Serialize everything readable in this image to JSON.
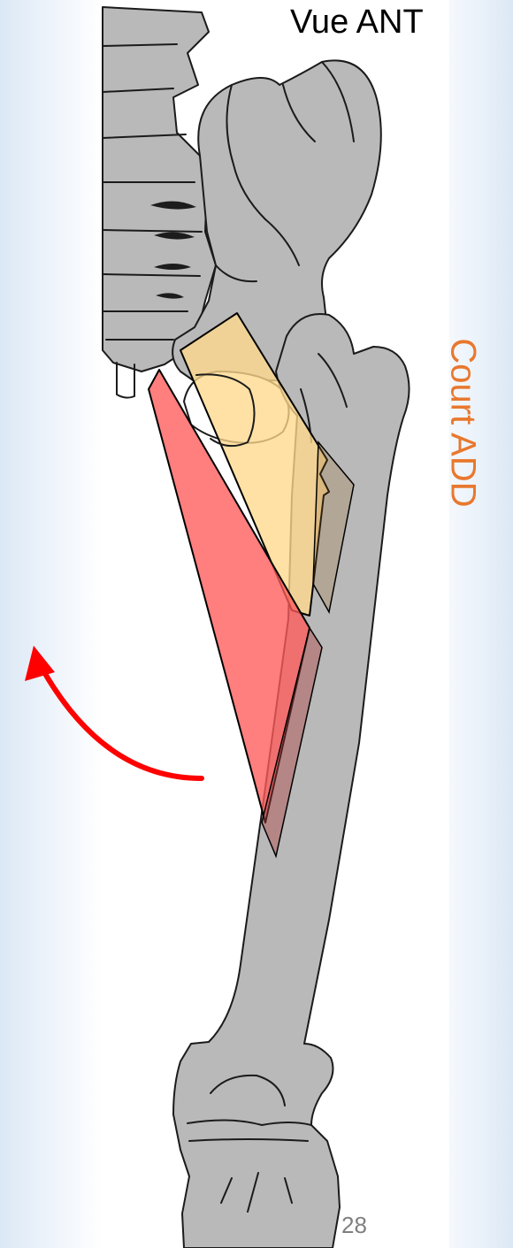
{
  "slide": {
    "view_title": "Vue ANT",
    "muscle_label": "Court ADD",
    "page_number": "28"
  },
  "colors": {
    "muscle_label": "#e8782e",
    "adductor_red": "#ff5a5a",
    "adductor_yellow": "#ffd98c",
    "arrow_red": "#ff0000",
    "bone_gray": "#b9b9b9"
  },
  "icons": {
    "movement_arrow": "curved-arrow-up-left"
  }
}
